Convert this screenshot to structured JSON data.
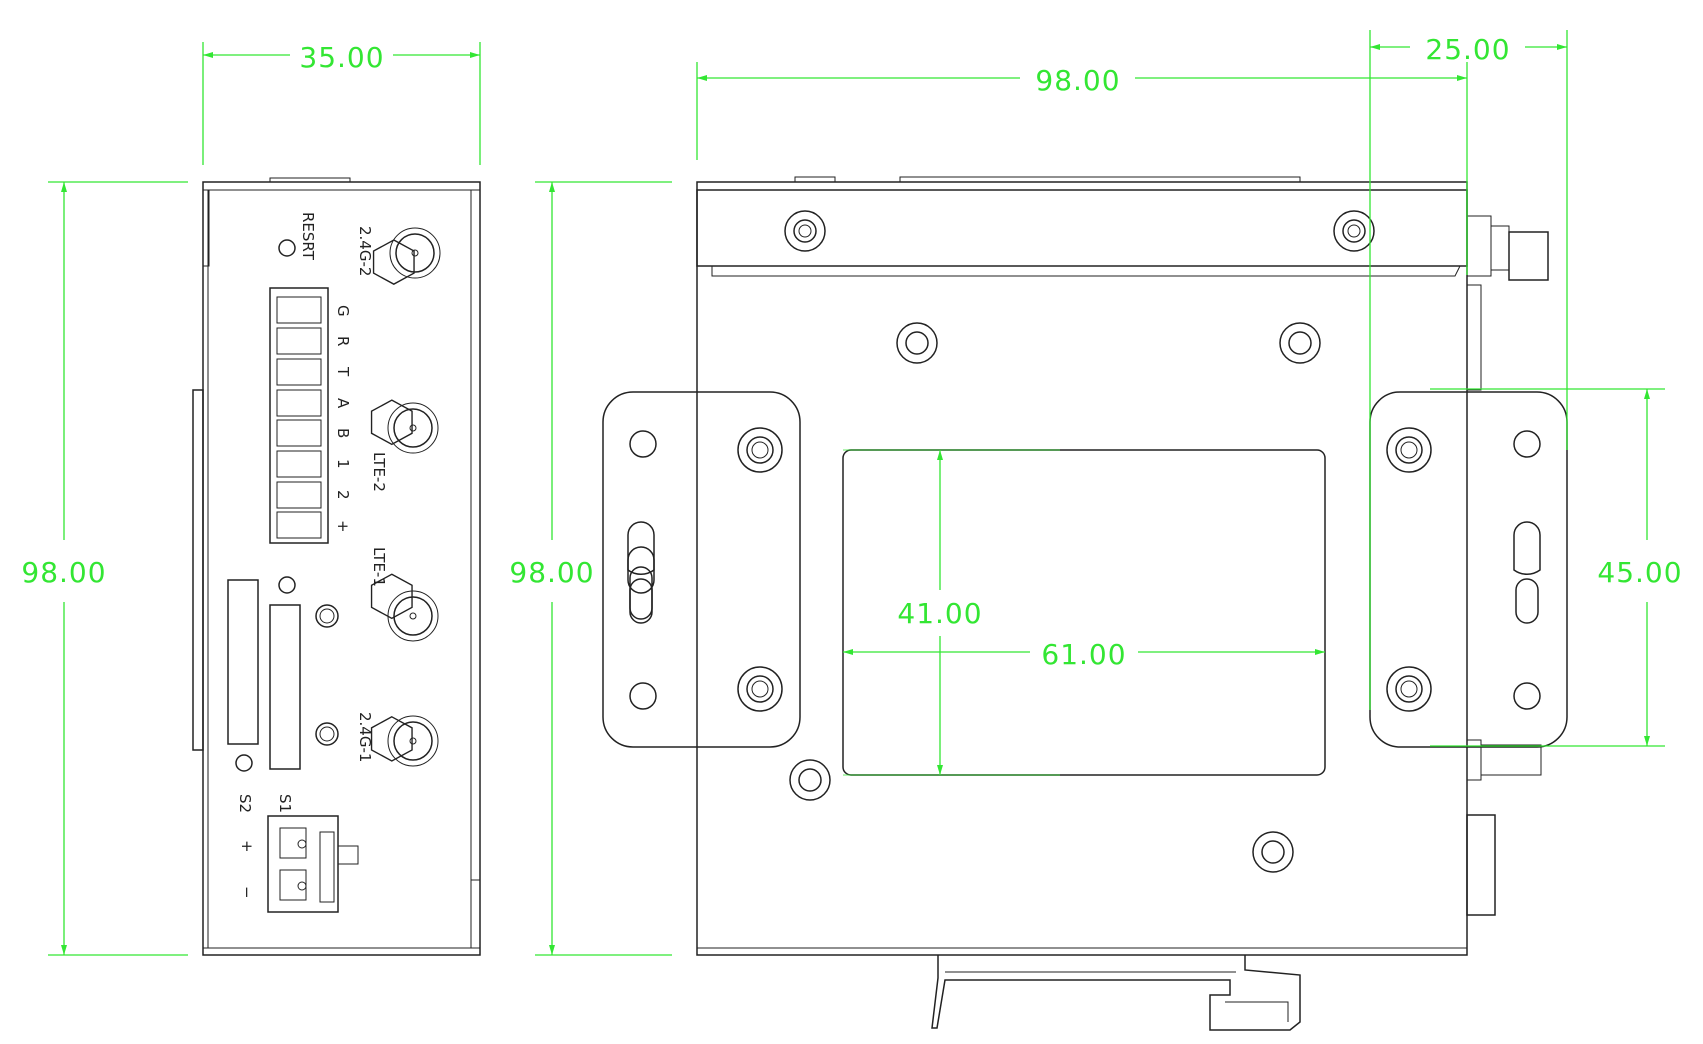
{
  "dimensions": {
    "side_width": "35.00",
    "side_height": "98.00",
    "main_width": "98.00",
    "main_height": "98.00",
    "bracket_offset": "25.00",
    "bracket_hole_spacing": "45.00",
    "window_width": "61.00",
    "window_height": "41.00"
  },
  "side_labels": {
    "reset": "RESRT",
    "ant_24g_2": "2.4G-2",
    "lte_2": "LTE-2",
    "lte_1": "LTE-1",
    "ant_24g_1": "2.4G-1",
    "terminal_pins": [
      "G",
      "R",
      "T",
      "A",
      "B",
      "1",
      "2",
      "+"
    ],
    "s1": "S1",
    "s2": "S2",
    "plus": "+",
    "minus": "−"
  },
  "colors": {
    "dimension": "#33e633",
    "outline": "#222222"
  }
}
